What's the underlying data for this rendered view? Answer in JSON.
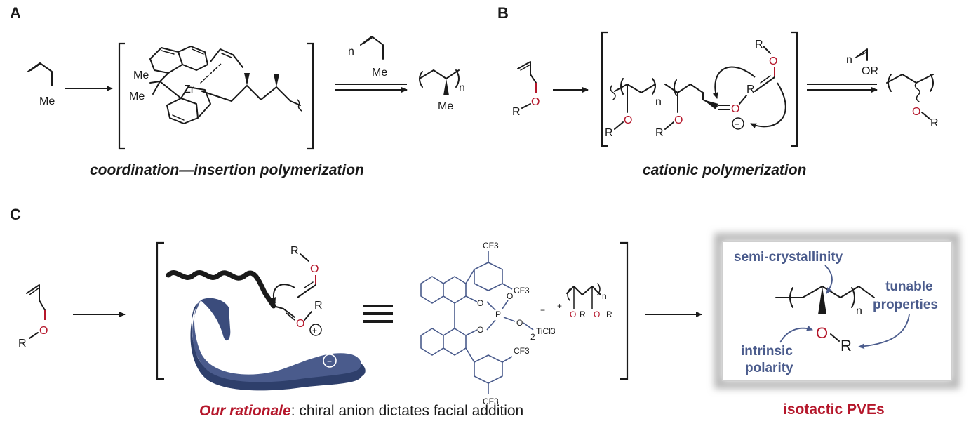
{
  "panels": {
    "a": {
      "letter": "A",
      "monomer_substituent": "Me",
      "catalyst_metal": "Zr",
      "catalyst_me_top": "Me",
      "catalyst_me_bottom": "Me",
      "reagent_n": "n",
      "reagent_substituent": "Me",
      "product_n": "n",
      "product_substituent": "Me",
      "caption": "coordination—insertion polymerization"
    },
    "b": {
      "letter": "B",
      "monomer_o": "O",
      "monomer_r": "R",
      "chain_n": "n",
      "chain_o1": "O",
      "chain_r1": "R",
      "chain_o2": "O",
      "chain_r2": "R",
      "oxocarbenium_o": "O",
      "oxocarbenium_r": "R",
      "incoming_o": "O",
      "incoming_r": "R",
      "plus": "+",
      "reagent_n": "n",
      "reagent_or": "OR",
      "product_o": "O",
      "product_r": "R",
      "caption": "cationic polymerization"
    },
    "c": {
      "letter": "C",
      "monomer_o": "O",
      "monomer_r": "R",
      "model_incoming_o": "O",
      "model_incoming_r": "R",
      "model_o": "O",
      "model_r": "R",
      "model_plus": "+",
      "model_minus": "−",
      "acid_cf3_labels": [
        "CF3",
        "CF3",
        "CF3",
        "CF3"
      ],
      "acid_p": "P",
      "acid_o_labels": [
        "O",
        "O",
        "O",
        "O"
      ],
      "acid_ticl3": "TiCl3",
      "acid_minus": "−",
      "acid_subscript_2": "2",
      "cation_plus": "+",
      "cation_o1": "O",
      "cation_r1": "R",
      "cation_o2": "O",
      "cation_r2": "R",
      "cation_n": "n",
      "rationale_emphasis": "Our rationale",
      "rationale_text": ": chiral anion dictates facial addition",
      "box_labels": {
        "semi_crystallinity": "semi-crystallinity",
        "tunable_1": "tunable",
        "tunable_2": "properties",
        "intrinsic_1": "intrinsic",
        "intrinsic_2": "polarity"
      },
      "product_o": "O",
      "product_r": "R",
      "product_n": "n",
      "product_caption": "isotactic PVEs"
    }
  },
  "colors": {
    "heteroatom_red": "#b5172b",
    "accent_blue": "#4a5b8c",
    "ink": "#1a1a1a"
  }
}
